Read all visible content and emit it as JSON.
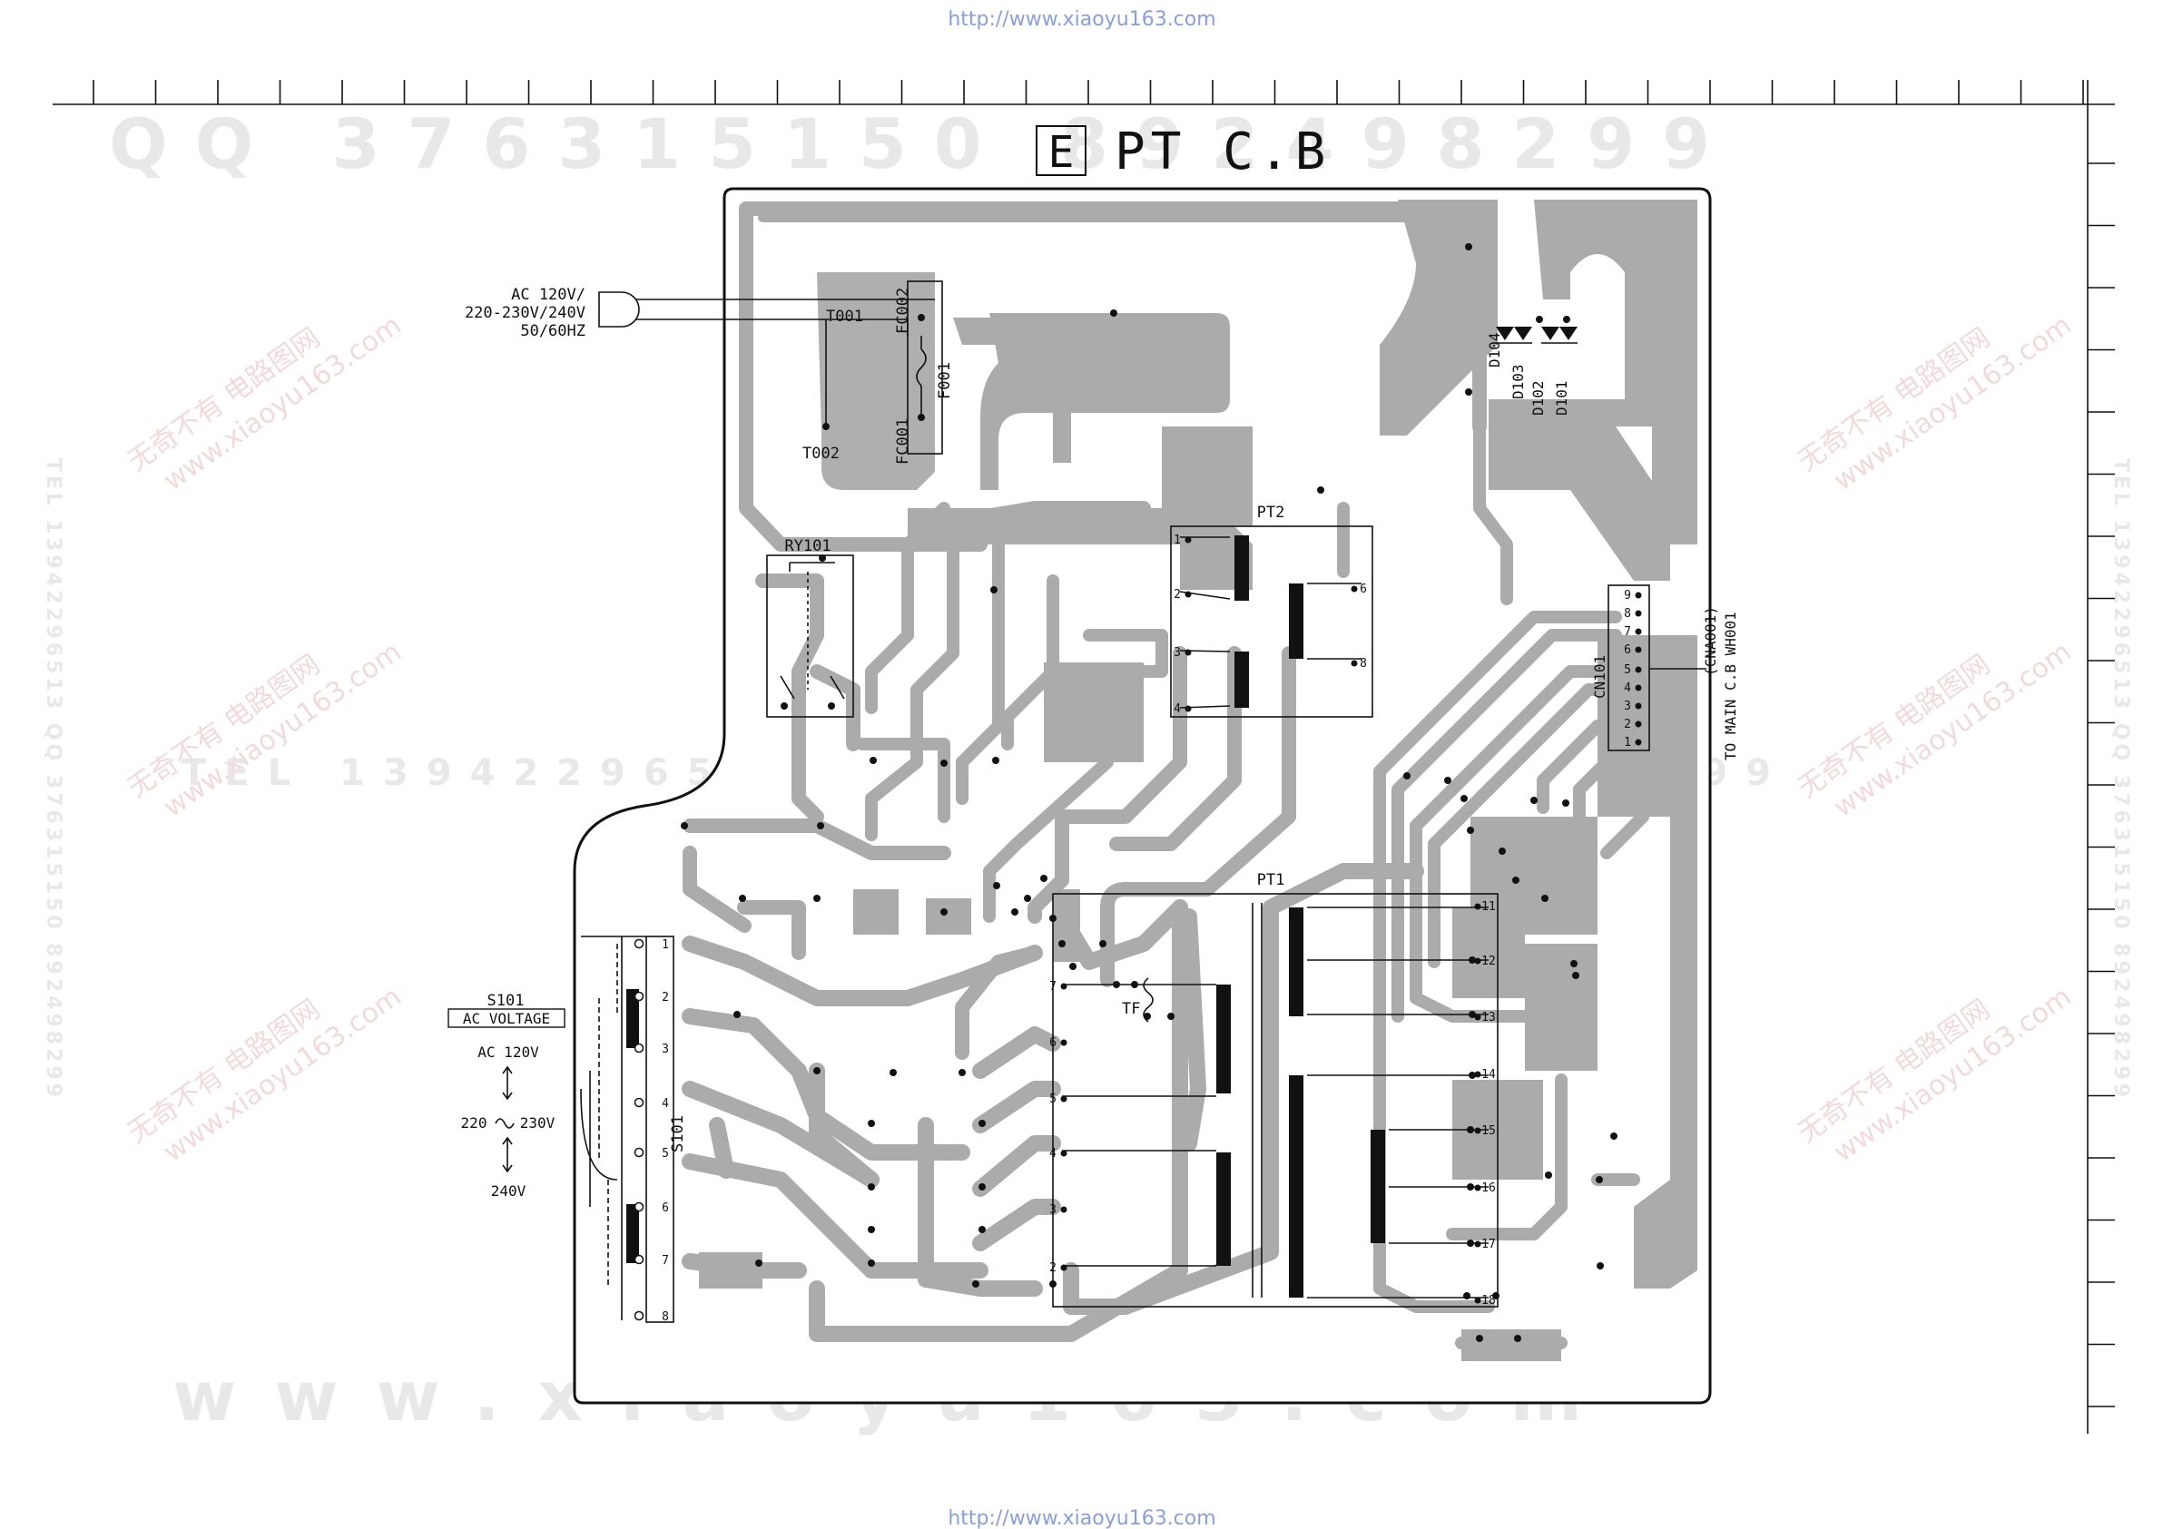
{
  "header_url": "http://www.xiaoyu163.com",
  "footer_url": "http://www.xiaoyu163.com",
  "title": {
    "letter": "E",
    "text": "PT C.B"
  },
  "ac_input": {
    "line1": "AC 120V/",
    "line2": "220-230V/240V",
    "line3": "50/60HZ"
  },
  "switch": {
    "ref": "S101",
    "name": "AC VOLTAGE",
    "opt1": "AC  120V",
    "opt2": "220",
    "opt2b": "230V",
    "opt3": "240V",
    "vertical_ref": "S101",
    "pins": [
      "1",
      "2",
      "3",
      "4",
      "5",
      "6",
      "7",
      "8"
    ]
  },
  "components": {
    "t001": "T001",
    "t002": "T002",
    "fc001": "FC001",
    "fc002": "FC002",
    "f001": "F001",
    "ry101": "RY101",
    "pt2": "PT2",
    "pt1": "PT1",
    "tf": "TF",
    "d101": "D101",
    "d102": "D102",
    "d103": "D103",
    "d104": "D104",
    "cn101": "CN101"
  },
  "pt2_pins": [
    "1",
    "2",
    "3",
    "4",
    "6",
    "8"
  ],
  "pt1_pins_left": [
    "7",
    "6",
    "5",
    "4",
    "3",
    "2"
  ],
  "pt1_pins_right": [
    "11",
    "12",
    "13",
    "14",
    "15",
    "16",
    "17",
    "18"
  ],
  "cn101_pins": [
    "9",
    "8",
    "7",
    "6",
    "5",
    "4",
    "3",
    "2",
    "1"
  ],
  "connector_note": {
    "line1": "(CNA001)",
    "line2": "TO MAIN C.B WH001"
  },
  "watermarks": {
    "top": "QQ 376315150 892498299",
    "middle": "TEL 13942296513  QQ 376315150 892498299",
    "bottom": "www.xiaoyu163.com",
    "side_left": "TEL 13942296513 QQ 376315150 892498299",
    "side_right": "TEL 13942296513 QQ 376315150 892498299",
    "cn_logo": "无奇不有  电路图网",
    "cn_url": "www.xiaoyu163.com"
  }
}
